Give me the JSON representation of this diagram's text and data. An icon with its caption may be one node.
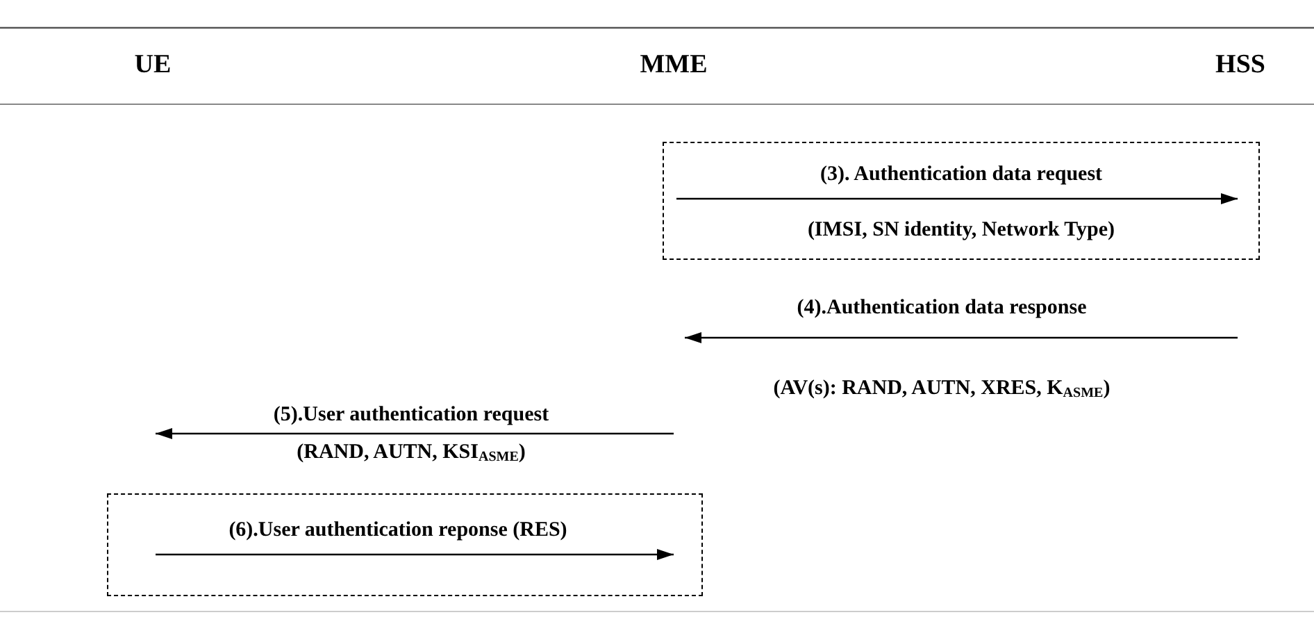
{
  "diagram": {
    "nodes": [
      {
        "text": [
          "UE"
        ]
      },
      {
        "text": [
          "MME"
        ]
      },
      {
        "text": [
          "HSS"
        ]
      },
      {
        "text": [
          "(3). Authentication data request",
          "(IMSI, SN identity, Network Type)"
        ]
      },
      {
        "text": [
          "(6).User authentication reponse (RES)"
        ]
      }
    ],
    "labels": [
      "(4).Authentication data response",
      "(AV(s): RAND, AUTN, XRES, K$_{ASME}$)",
      "(5).User authentication request",
      "(RAND, AUTN,  KSI$_{ASME}$)"
    ]
  }
}
